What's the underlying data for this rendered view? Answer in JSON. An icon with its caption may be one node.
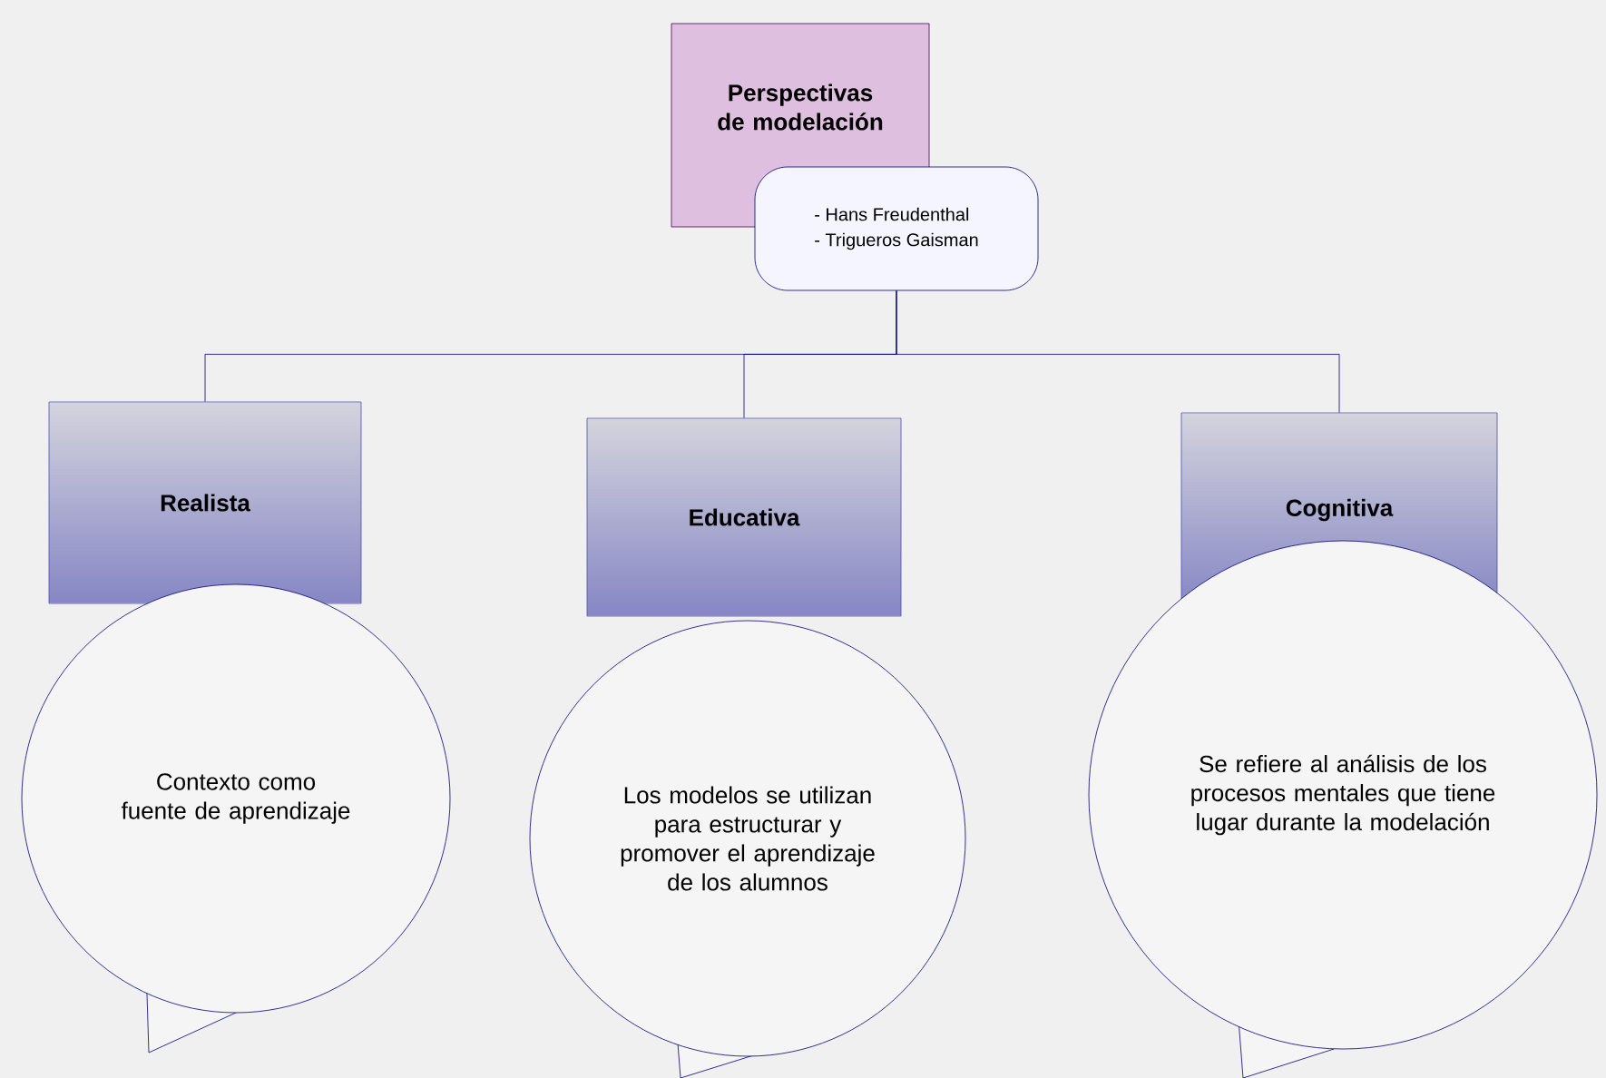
{
  "diagram": {
    "nodes": [
      {
        "text": [
          "Perspectivas de modelación"
        ]
      },
      {
        "text": [
          "- Hans Freudenthal",
          "- Trigueros Gaisman"
        ]
      },
      {
        "text": [
          "Realista"
        ]
      },
      {
        "text": [
          "Contexto como fuente de aprendizaje"
        ]
      },
      {
        "text": [
          "Educativa"
        ]
      },
      {
        "text": [
          "Los modelos se utilizan para estructurar y promover el aprendizaje de los alumnos"
        ]
      },
      {
        "text": [
          "Cognitiva"
        ]
      },
      {
        "text": [
          "Se refiere al análisis de los procesos mentales que tiene lugar durante la modelación"
        ]
      }
    ],
    "edges": [
      {
        "from": 1,
        "to": 2,
        "arrow": "none"
      },
      {
        "from": 1,
        "to": 4,
        "arrow": "none"
      },
      {
        "from": 1,
        "to": 6,
        "arrow": "none"
      }
    ]
  }
}
